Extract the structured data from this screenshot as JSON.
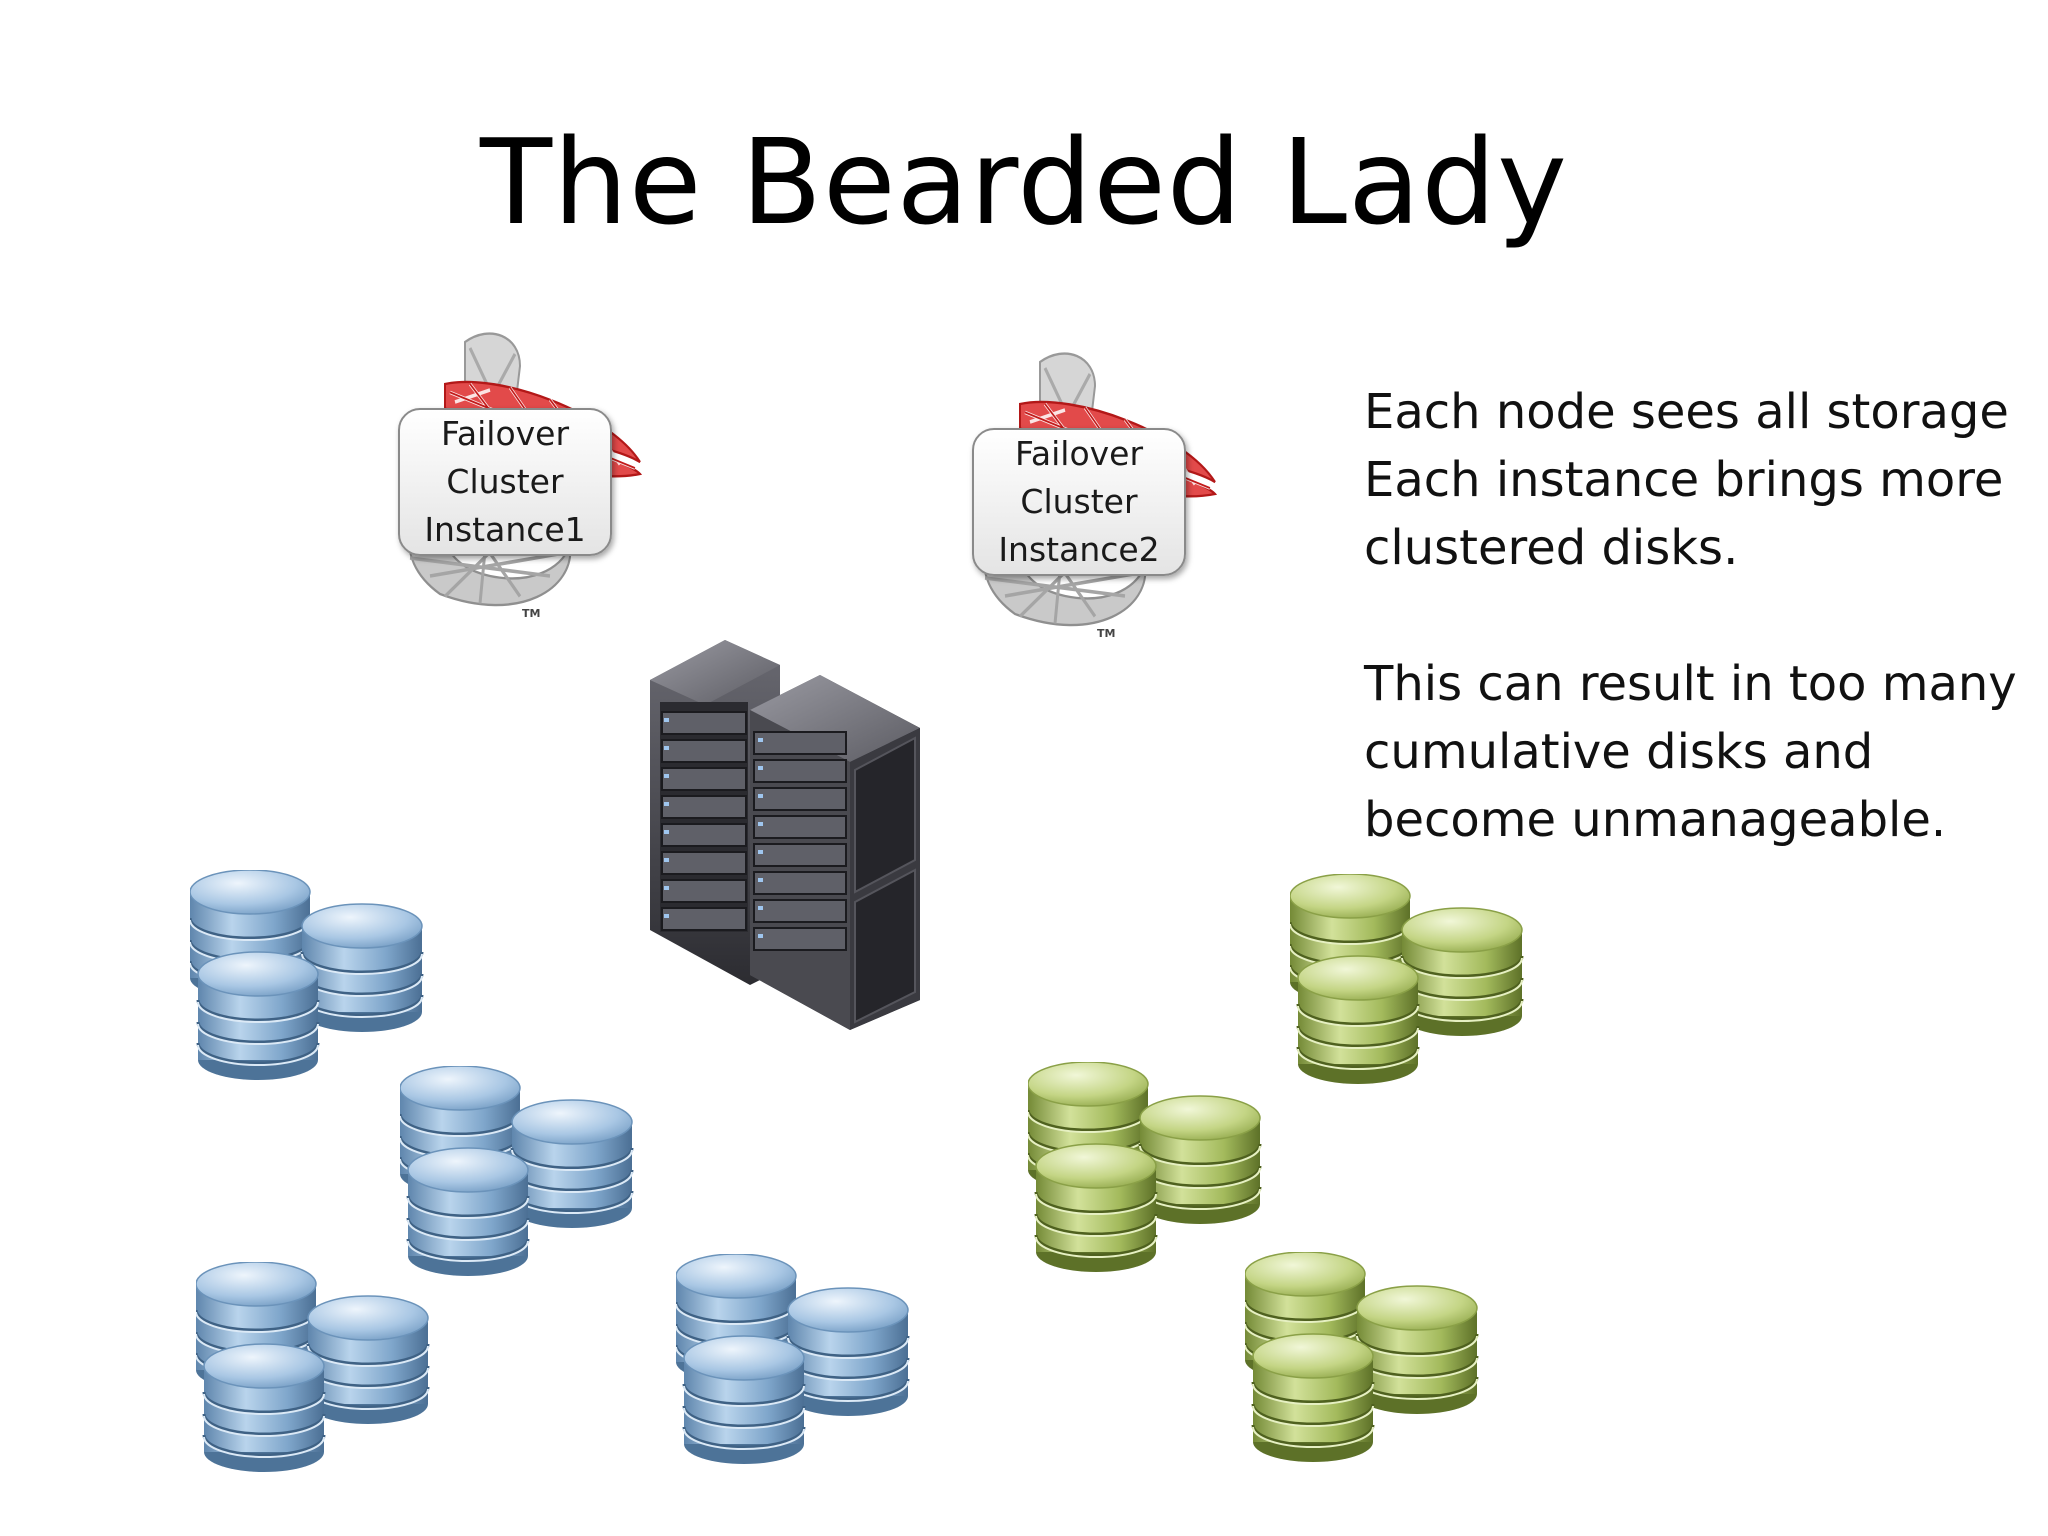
{
  "title": "The Bearded Lady",
  "instances": [
    {
      "lines": [
        "Failover",
        "Cluster",
        "Instance1"
      ],
      "trademark": "TM"
    },
    {
      "lines": [
        "Failover",
        "Cluster",
        "Instance2"
      ],
      "trademark": "TM"
    }
  ],
  "description": {
    "paragraph1": [
      "Each node sees all storage",
      "Each instance brings more",
      "clustered disks."
    ],
    "paragraph2": [
      "This can result in too many",
      "cumulative disks and",
      "become unmanageable."
    ]
  },
  "colors": {
    "logo_red": "#d42020",
    "logo_gray": "#b8b8b8",
    "disk_blue": "#7fa9cf",
    "disk_green": "#a7bf63",
    "rack_dark": "#3b3b40"
  },
  "icons": {
    "sql_logo": "sql-server-logo-icon",
    "rack": "server-rack-icon",
    "disk_stack": "database-disk-icon"
  }
}
